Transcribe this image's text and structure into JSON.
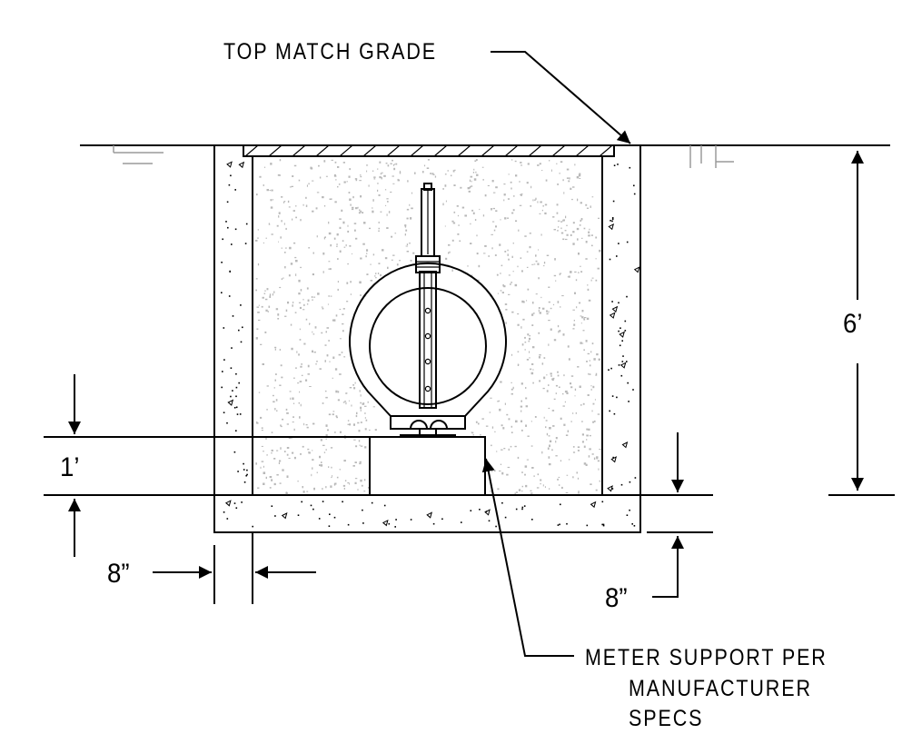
{
  "annotations": {
    "top_note": "TOP MATCH GRADE",
    "support_note_line1": "METER SUPPORT PER",
    "support_note_line2": "MANUFACTURER",
    "support_note_line3": "SPECS"
  },
  "dimensions": {
    "vault_depth": "6’",
    "base_slab_offset": "1’",
    "wall_thickness": "8”",
    "floor_thickness": "8”"
  },
  "colors": {
    "line": "#000000",
    "concrete_speckle": "#b8b8b8",
    "background": "#ffffff"
  }
}
